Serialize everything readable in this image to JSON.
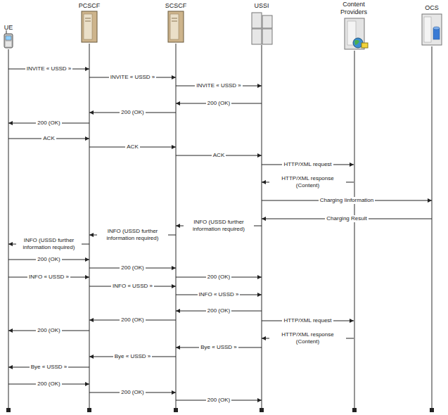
{
  "diagram": {
    "nodes": [
      {
        "text": [
          "UE"
        ]
      },
      {
        "text": [
          "PCSCF"
        ]
      },
      {
        "text": [
          "SCSCF"
        ]
      },
      {
        "text": [
          "USSI"
        ]
      },
      {
        "text": [
          "Content Providers"
        ]
      },
      {
        "text": [
          "OCS"
        ]
      }
    ],
    "edges": [
      {
        "from": 0,
        "to": 1,
        "label": "INVITE « USSD »",
        "arrow": "to"
      },
      {
        "from": 1,
        "to": 2,
        "label": "INVITE « USSD »",
        "arrow": "to"
      },
      {
        "from": 2,
        "to": 3,
        "label": "INVITE « USSD »",
        "arrow": "to"
      },
      {
        "from": 3,
        "to": 2,
        "label": "200 (OK)",
        "arrow": "to"
      },
      {
        "from": 2,
        "to": 1,
        "label": "200 (OK)",
        "arrow": "to"
      },
      {
        "from": 1,
        "to": 0,
        "label": "200 (OK)",
        "arrow": "to"
      },
      {
        "from": 0,
        "to": 1,
        "label": "ACK",
        "arrow": "to"
      },
      {
        "from": 1,
        "to": 2,
        "label": "ACK",
        "arrow": "to"
      },
      {
        "from": 2,
        "to": 3,
        "label": "ACK",
        "arrow": "to"
      },
      {
        "from": 3,
        "to": 4,
        "label": "HTTP/XML request",
        "arrow": "to"
      },
      {
        "from": 4,
        "to": 3,
        "label": "HTTP/XML response (Content)",
        "arrow": "to"
      },
      {
        "from": 3,
        "to": 5,
        "label": "Charging Iinformation",
        "arrow": "to"
      },
      {
        "from": 5,
        "to": 3,
        "label": "Charging Result",
        "arrow": "to"
      },
      {
        "from": 3,
        "to": 2,
        "label": "INFO (USSD further information required)",
        "arrow": "to"
      },
      {
        "from": 2,
        "to": 1,
        "label": "INFO (USSD further information required)",
        "arrow": "to"
      },
      {
        "from": 1,
        "to": 0,
        "label": "INFO (USSD further information required)",
        "arrow": "to"
      },
      {
        "from": 0,
        "to": 1,
        "label": "200 (OK)",
        "arrow": "to"
      },
      {
        "from": 1,
        "to": 2,
        "label": "200 (OK)",
        "arrow": "to"
      },
      {
        "from": 2,
        "to": 3,
        "label": "200 (OK)",
        "arrow": "to"
      },
      {
        "from": 0,
        "to": 1,
        "label": "INFO « USSD »",
        "arrow": "to"
      },
      {
        "from": 1,
        "to": 2,
        "label": "INFO « USSD »",
        "arrow": "to"
      },
      {
        "from": 2,
        "to": 3,
        "label": "INFO « USSD »",
        "arrow": "to"
      },
      {
        "from": 3,
        "to": 2,
        "label": "200 (OK)",
        "arrow": "to"
      },
      {
        "from": 2,
        "to": 1,
        "label": "200 (OK)",
        "arrow": "to"
      },
      {
        "from": 3,
        "to": 4,
        "label": "HTTP/XML request",
        "arrow": "to"
      },
      {
        "from": 1,
        "to": 0,
        "label": "200 (OK)",
        "arrow": "to"
      },
      {
        "from": 4,
        "to": 3,
        "label": "HTTP/XML response (Content)",
        "arrow": "to"
      },
      {
        "from": 3,
        "to": 2,
        "label": "Bye « USSD »",
        "arrow": "to"
      },
      {
        "from": 2,
        "to": 1,
        "label": "Bye « USSD »",
        "arrow": "to"
      },
      {
        "from": 1,
        "to": 0,
        "label": "Bye « USSD »",
        "arrow": "to"
      },
      {
        "from": 0,
        "to": 1,
        "label": "200 (OK)",
        "arrow": "to"
      },
      {
        "from": 1,
        "to": 2,
        "label": "200 (OK)",
        "arrow": "to"
      },
      {
        "from": 2,
        "to": 3,
        "label": "200 (OK)",
        "arrow": "to"
      }
    ]
  }
}
